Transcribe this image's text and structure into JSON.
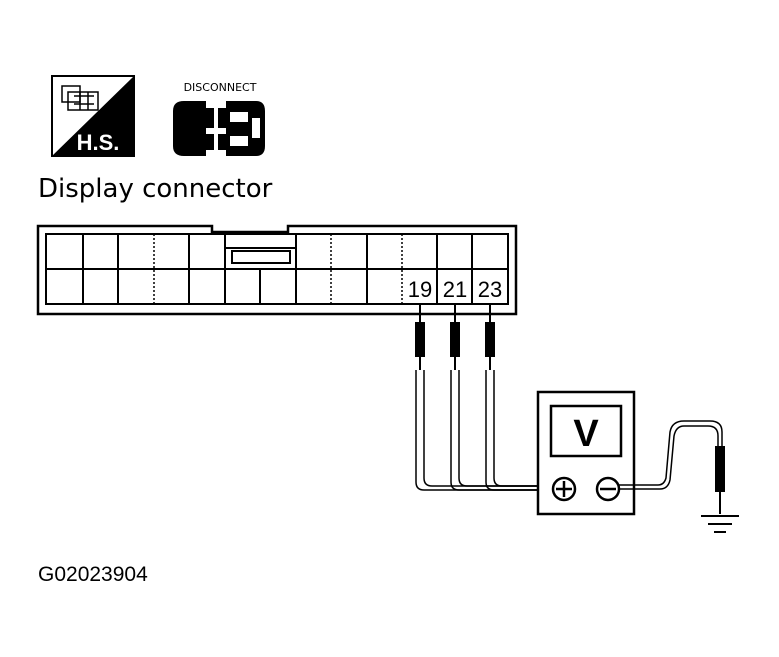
{
  "icons": {
    "harness_side": {
      "label": "H.S."
    },
    "disconnect": {
      "label": "DISCONNECT"
    }
  },
  "connector": {
    "title": "Display connector",
    "pins": [
      {
        "number": "19"
      },
      {
        "number": "21"
      },
      {
        "number": "23"
      }
    ]
  },
  "meter": {
    "symbol": "V"
  },
  "figure_id": "G02023904"
}
